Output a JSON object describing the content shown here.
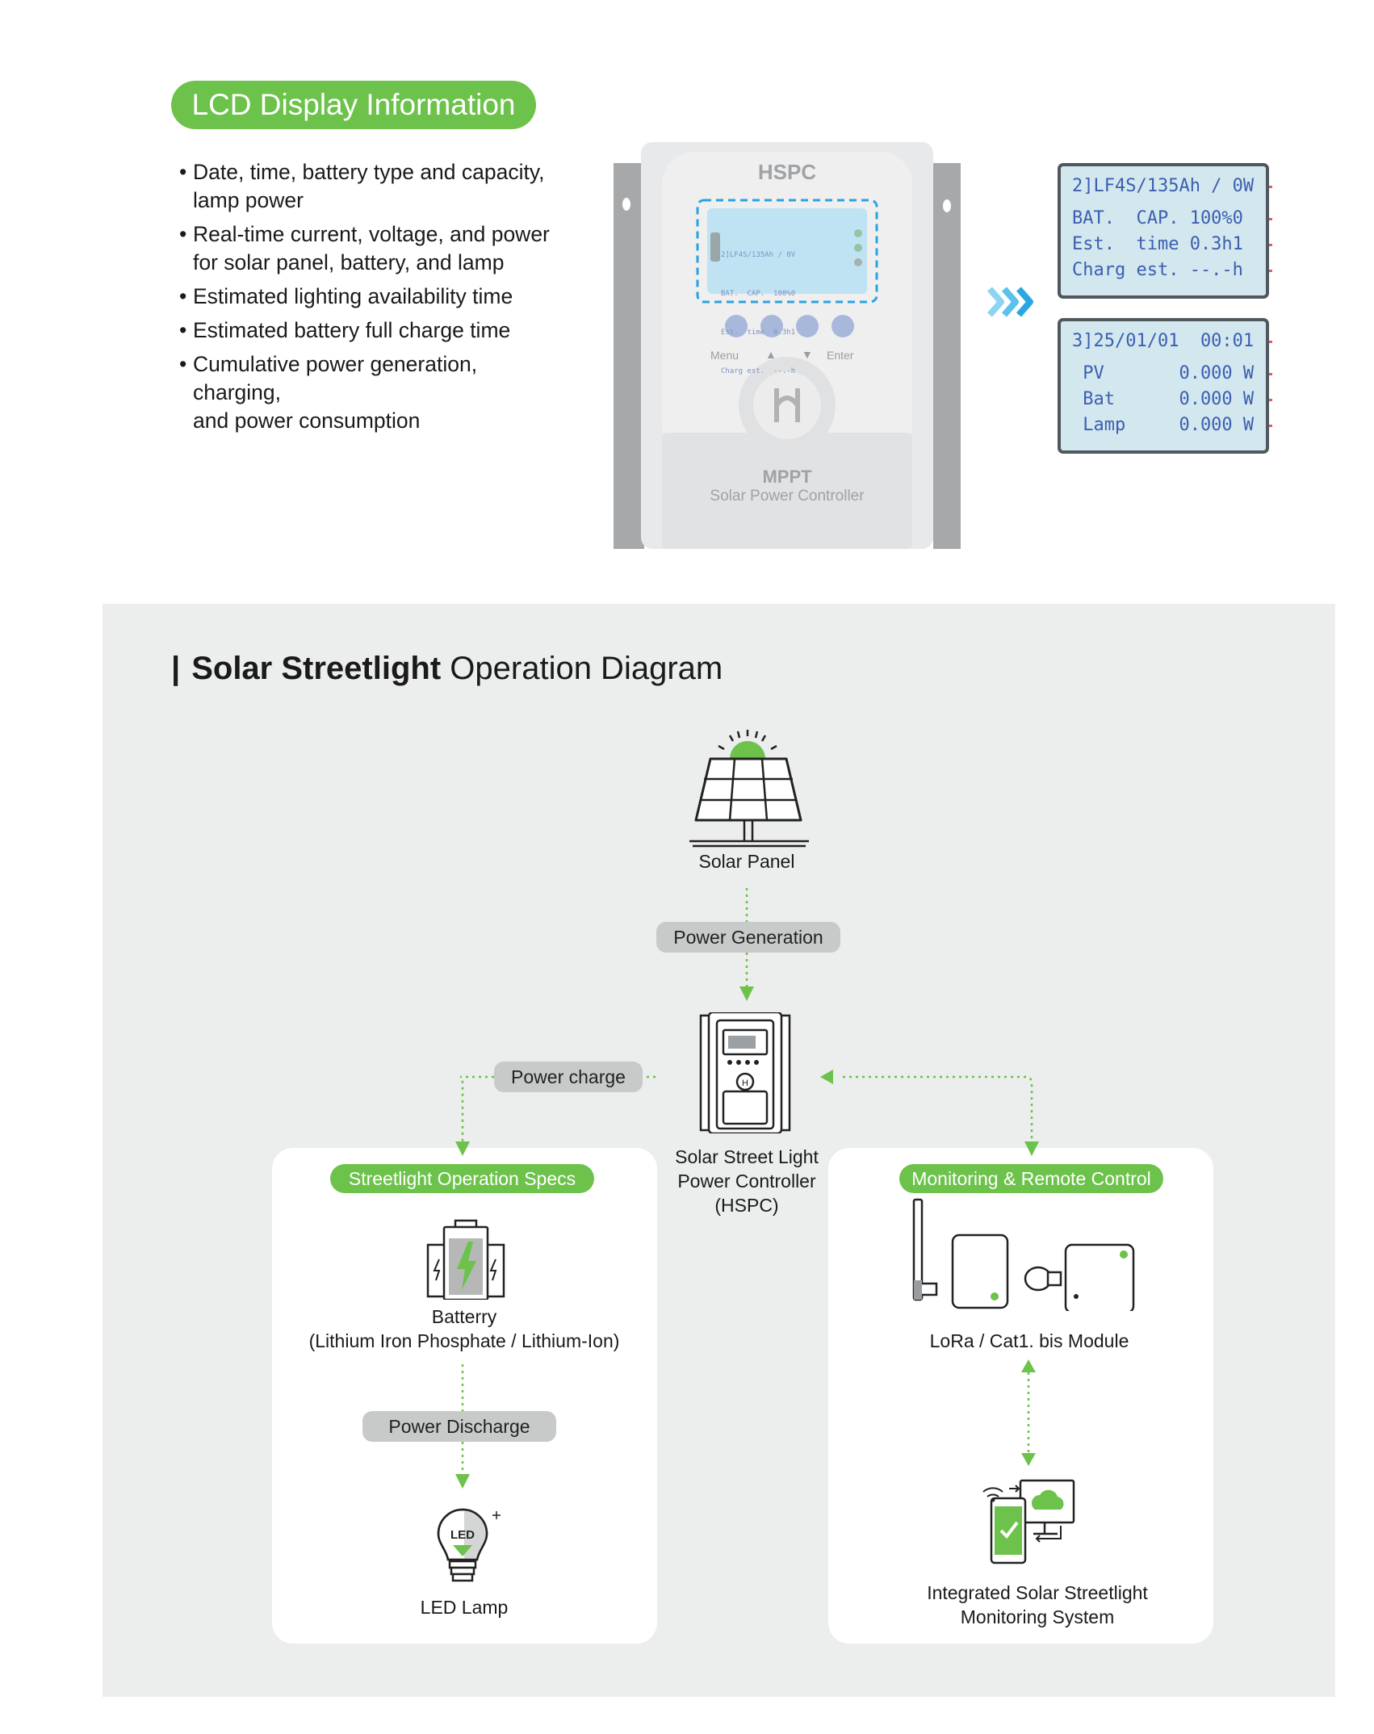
{
  "lcd_section": {
    "title": "LCD Display Information",
    "bullets": [
      [
        "Date, time, battery type and capacity,",
        "lamp power"
      ],
      [
        "Real-time current, voltage, and power",
        "for solar panel, battery, and lamp"
      ],
      [
        "Estimated lighting availability time"
      ],
      [
        "Estimated battery full charge time"
      ],
      [
        "Cumulative power generation, charging,",
        "and power consumption"
      ]
    ],
    "device": {
      "brand": "HSPC",
      "small_lcd_lines": [
        "2]LF4S/135Ah / 0V",
        "BAT.  CAP.  100%0",
        "Est.  time  0.3h1",
        "Charg est.  --.-h"
      ],
      "buttons": [
        "Menu",
        "▲",
        "▼",
        "Enter"
      ],
      "model": "MPPT",
      "subtitle": "Solar Power Controller"
    },
    "screen1": [
      "2]LF4S/135Ah / 0W",
      "BAT.  CAP. 100%0",
      "Est.  time 0.3h1",
      "Charg est. --.-h"
    ],
    "screen2": [
      "3]25/01/01  00:01",
      " PV       0.000 W",
      " Bat      0.000 W",
      " Lamp     0.000 W"
    ]
  },
  "diagram": {
    "title_bold": "Solar Streetlight",
    "title_rest": "Operation Diagram",
    "solar_panel": "Solar Panel",
    "power_generation": "Power Generation",
    "controller": [
      "Solar Street Light",
      "Power Controller",
      "(HSPC)"
    ],
    "power_charge": "Power charge",
    "left_card": {
      "tag": "Streetlight Operation Specs",
      "battery": [
        "Batterry",
        "(Lithium Iron Phosphate / Lithium-Ion)"
      ],
      "power_discharge": "Power Discharge",
      "lamp": "LED Lamp",
      "lamp_icon_text": "LED"
    },
    "right_card": {
      "tag": "Monitoring & Remote Control",
      "module": "LoRa / Cat1. bis Module",
      "system": [
        "Integrated Solar Streetlight",
        "Monitoring System"
      ]
    }
  },
  "colors": {
    "green": "#6cc24a",
    "grey_tag": "#c8caca",
    "panel_bg": "#eceded",
    "lcd_text": "#3b5fb0",
    "arrow_blue": "#4db8e8"
  }
}
